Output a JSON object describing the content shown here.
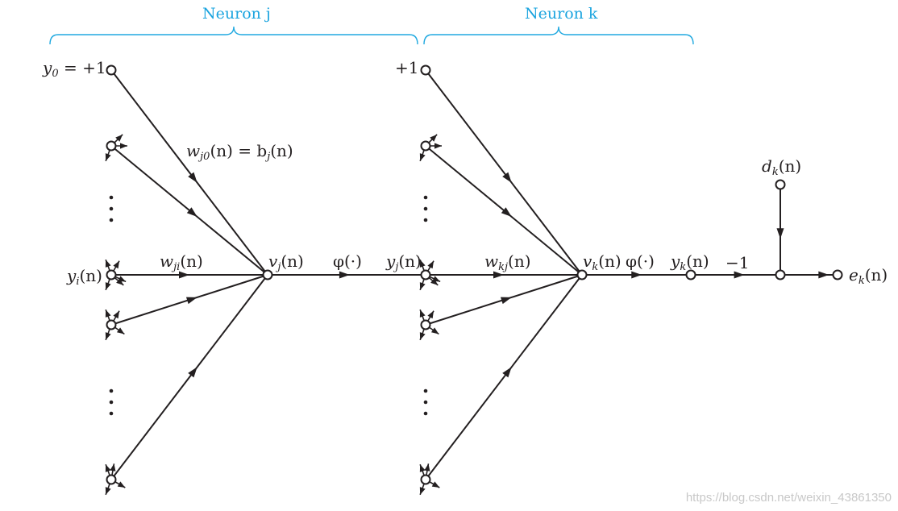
{
  "titles": {
    "neuron_j": "Neuron j",
    "neuron_k": "Neuron k"
  },
  "signals": {
    "y0": {
      "base": "y",
      "sub": "0",
      "tail": " = +1"
    },
    "bias_k": "+1",
    "w_j0": {
      "base": "w",
      "sub": "j0",
      "mid": "(n) = b",
      "sub2": "j",
      "tail": "(n)"
    },
    "y_i": {
      "base": "y",
      "sub": "i",
      "tail": "(n)"
    },
    "w_ji": {
      "base": "w",
      "sub": "ji",
      "tail": "(n)"
    },
    "v_j": {
      "base": "v",
      "sub": "j",
      "tail": "(n)"
    },
    "phi_j": "φ(·)",
    "y_j": {
      "base": "y",
      "sub": "j",
      "tail": "(n)"
    },
    "w_kj": {
      "base": "w",
      "sub": "kj",
      "tail": "(n)"
    },
    "v_k": {
      "base": "v",
      "sub": "k",
      "tail": "(n)"
    },
    "phi_k": "φ(·)",
    "y_k": {
      "base": "y",
      "sub": "k",
      "tail": "(n)"
    },
    "minus_one": "−1",
    "d_k": {
      "base": "d",
      "sub": "k",
      "tail": "(n)"
    },
    "e_k": {
      "base": "e",
      "sub": "k",
      "tail": "(n)"
    }
  },
  "watermark": "https://blog.csdn.net/weixin_43861350",
  "colors": {
    "ink": "#231f20",
    "brace": "#20a9e0",
    "title": "#1ba4df"
  }
}
